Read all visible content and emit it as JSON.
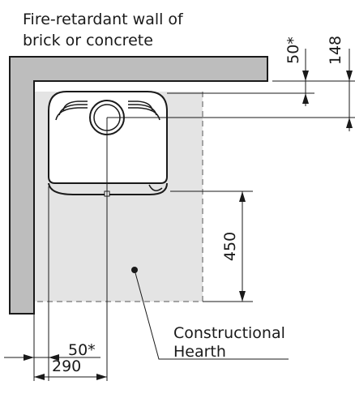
{
  "title": {
    "line1": "Fire-retardant wall of",
    "line2": "brick or concrete"
  },
  "hearth": {
    "line1": "Constructional",
    "line2": "Hearth"
  },
  "dimensions": {
    "top_clearance": "50*",
    "top_center": "148",
    "front_clearance": "450",
    "side_clearance": "50*",
    "side_center": "290"
  },
  "colors": {
    "wall_fill": "#bdbdbd",
    "hearth_fill": "#e4e4e4",
    "line": "#1a1a1a",
    "stove_fill": "#ffffff"
  }
}
